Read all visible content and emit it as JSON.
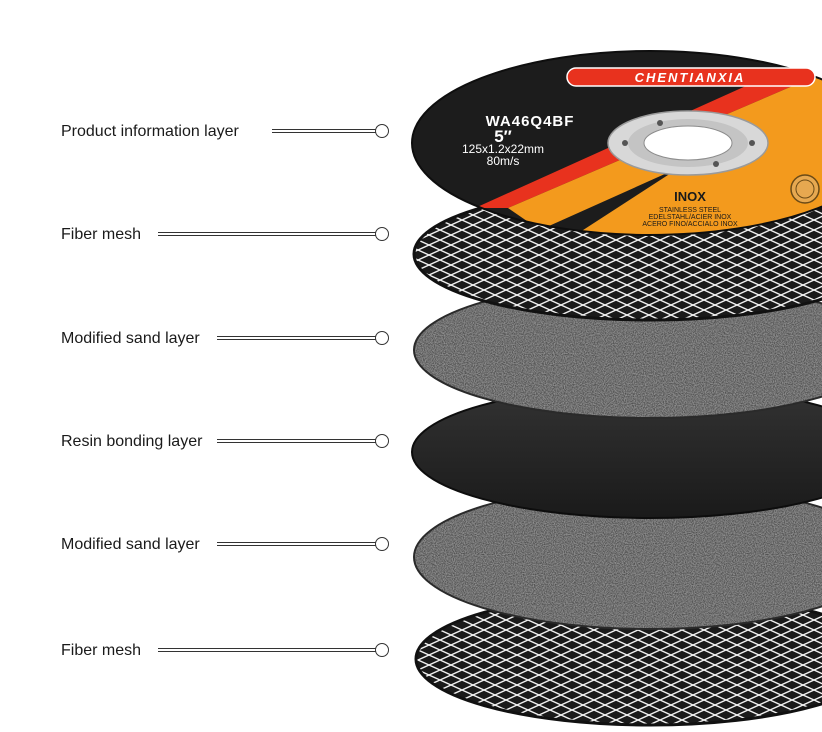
{
  "brand": "CHENTIANXIA",
  "disc_label": {
    "model": "WA46Q4BF",
    "size": "5″",
    "dimensions": "125x1.2x22mm",
    "speed": "80m/s",
    "material": "INOX",
    "material_lines": [
      "STAINLESS STEEL",
      "EDELSTAHL/ACIER INOX",
      "ACERO FINO/ACCIALO INOX"
    ]
  },
  "layers": [
    {
      "label": "Product information layer",
      "kind": "label-disc"
    },
    {
      "label": "Fiber mesh",
      "kind": "mesh"
    },
    {
      "label": "Modified sand layer",
      "kind": "sand"
    },
    {
      "label": "Resin bonding layer",
      "kind": "resin"
    },
    {
      "label": "Modified sand layer",
      "kind": "sand"
    },
    {
      "label": "Fiber mesh",
      "kind": "mesh"
    }
  ],
  "colors": {
    "disc_black": "#1c1c1c",
    "accent_orange": "#f39a1d",
    "accent_red": "#e8321e",
    "sand": "#5a5a5a",
    "resin": "#262626",
    "mesh_line": "#f2f2f2"
  }
}
